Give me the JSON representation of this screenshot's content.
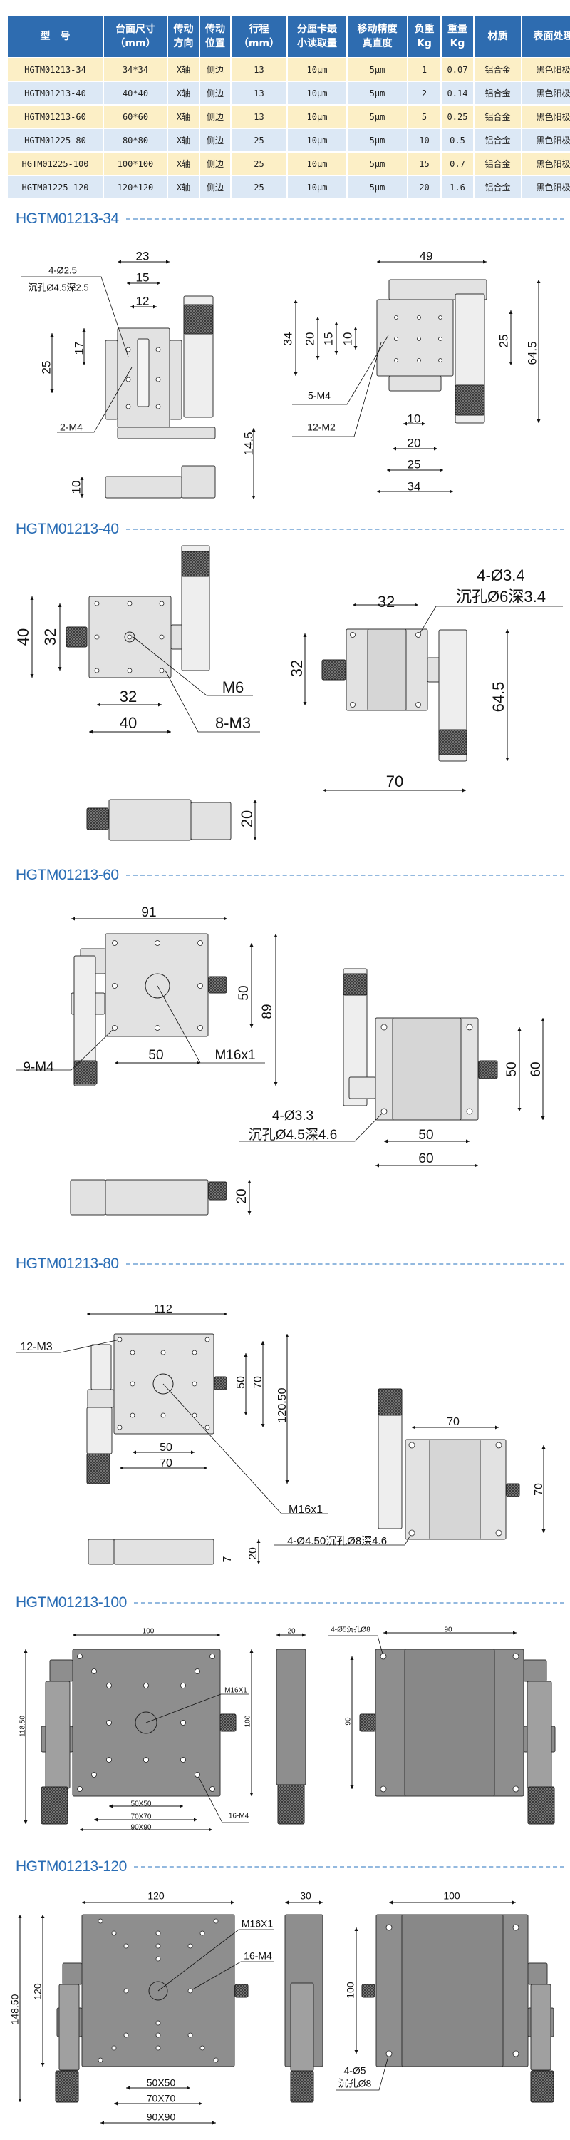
{
  "table": {
    "headers": [
      [
        "型　号",
        ""
      ],
      [
        "台面尺寸",
        "（mm）"
      ],
      [
        "传动",
        "方向"
      ],
      [
        "传动",
        "位置"
      ],
      [
        "行程",
        "（mm）"
      ],
      [
        "分厘卡最",
        "小读取量"
      ],
      [
        "移动精度",
        "真直度"
      ],
      [
        "负重",
        "Kg"
      ],
      [
        "重量",
        "Kg"
      ],
      [
        "材质",
        ""
      ],
      [
        "表面处理",
        ""
      ]
    ],
    "rows": [
      [
        "HGTM01213-34",
        "34*34",
        "X轴",
        "侧边",
        "13",
        "10μm",
        "5μm",
        "1",
        "0.07",
        "铝合金",
        "黑色阳极"
      ],
      [
        "HGTM01213-40",
        "40*40",
        "X轴",
        "侧边",
        "13",
        "10μm",
        "5μm",
        "2",
        "0.14",
        "铝合金",
        "黑色阳极"
      ],
      [
        "HGTM01213-60",
        "60*60",
        "X轴",
        "侧边",
        "13",
        "10μm",
        "5μm",
        "5",
        "0.25",
        "铝合金",
        "黑色阳极"
      ],
      [
        "HGTM01225-80",
        "80*80",
        "X轴",
        "侧边",
        "25",
        "10μm",
        "5μm",
        "10",
        "0.5",
        "铝合金",
        "黑色阳极"
      ],
      [
        "HGTM01225-100",
        "100*100",
        "X轴",
        "侧边",
        "25",
        "10μm",
        "5μm",
        "15",
        "0.7",
        "铝合金",
        "黑色阳极"
      ],
      [
        "HGTM01225-120",
        "120*120",
        "X轴",
        "侧边",
        "25",
        "10μm",
        "5μm",
        "20",
        "1.6",
        "铝合金",
        "黑色阳极"
      ]
    ]
  },
  "sections": [
    {
      "title": "HGTM01213-34",
      "labels": [
        "23",
        "15",
        "12",
        "4-Ø2.5",
        "沉孔Ø4.5深2.5",
        "17",
        "25",
        "2-M4",
        "14.5",
        "10",
        "49",
        "34",
        "20",
        "15",
        "10",
        "25",
        "64.5",
        "5-M4",
        "12-M2",
        "10",
        "20",
        "25",
        "34"
      ]
    },
    {
      "title": "HGTM01213-40",
      "labels": [
        "40",
        "32",
        "32",
        "40",
        "M6",
        "8-M3",
        "32",
        "4-Ø3.4",
        "沉孔Ø6深3.4",
        "32",
        "64.5",
        "70",
        "20"
      ]
    },
    {
      "title": "HGTM01213-60",
      "labels": [
        "91",
        "50",
        "89",
        "50",
        "M16x1",
        "9-M4",
        "50",
        "60",
        "4-Ø3.3",
        "沉孔Ø4.5深4.6",
        "50",
        "60",
        "20"
      ]
    },
    {
      "title": "HGTM01213-80",
      "labels": [
        "112",
        "12-M3",
        "50",
        "70",
        "120.50",
        "50",
        "70",
        "M16x1",
        "70",
        "70",
        "4-Ø4.50沉孔Ø8深4.6",
        "20",
        "7"
      ]
    },
    {
      "title": "HGTM01213-100",
      "labels": [
        "100",
        "118.50",
        "100",
        "M16X1",
        "50X50",
        "70X70",
        "90X90",
        "16-M4",
        "20",
        "4-Ø5沉孔Ø8",
        "90",
        "90"
      ]
    },
    {
      "title": "HGTM01213-120",
      "labels": [
        "120",
        "148.50",
        "120",
        "M16X1",
        "16-M4",
        "50X50",
        "70X70",
        "90X90",
        "30",
        "100",
        "100",
        "4-Ø5",
        "沉孔Ø8"
      ]
    }
  ],
  "colors": {
    "header": "#2e6cb0",
    "row_odd": "#fcefc6",
    "row_even": "#dce8f5",
    "title": "#2a6db5",
    "stage_light": "#e2e2e2",
    "stage_dark": "#8e8e8e"
  }
}
